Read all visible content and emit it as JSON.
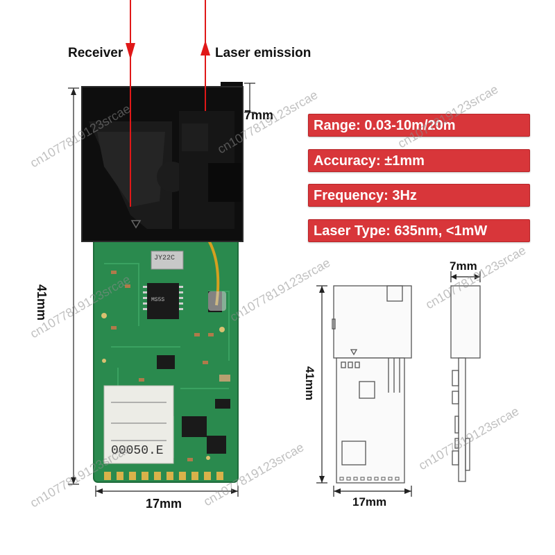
{
  "arrows": {
    "receiver_label": "Receiver",
    "emission_label": "Laser emission"
  },
  "photo_dimensions": {
    "height": "41mm",
    "width": "17mm",
    "lens_width": "7mm"
  },
  "specs": [
    {
      "text": "Range: 0.03-10m/20m"
    },
    {
      "text": "Accuracy: ±1mm"
    },
    {
      "text": "Frequency: 3Hz"
    },
    {
      "text": "Laser Type: 635nm, <1mW"
    }
  ],
  "drawing": {
    "height": "41mm",
    "width": "17mm",
    "side_width": "7mm"
  },
  "pcb": {
    "crystal_text": "JY22C",
    "chip_text": "MS5S",
    "sticker_text": "00050.E"
  },
  "watermark": "cn1077819123srcae",
  "colors": {
    "accent_red": "#d8363a",
    "arrow_red": "#e01818",
    "pcb_green": "#2a8a4e"
  }
}
